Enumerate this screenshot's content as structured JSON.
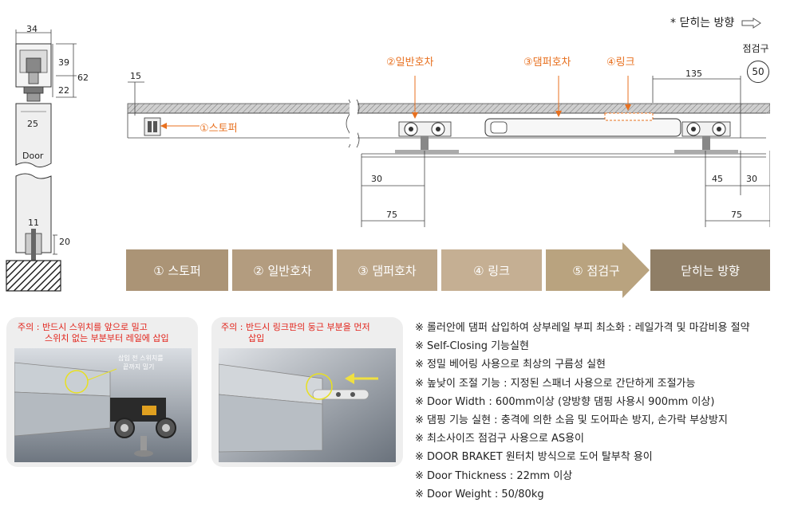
{
  "header": {
    "closing_direction_label": "* 닫히는 방향",
    "inspection_label": "점검구",
    "inspection_value": "50"
  },
  "diagram": {
    "parts": {
      "stopper": "①스토퍼",
      "normal_roller": "②일반호차",
      "damper_roller": "③댐퍼호차",
      "link": "④링크"
    },
    "section": {
      "width_top": "34",
      "height_39": "39",
      "height_22": "22",
      "height_62": "62",
      "width_25": "25",
      "door_label": "Door",
      "width_11": "11",
      "height_20": "20"
    },
    "dims": {
      "d15": "15",
      "d135": "135",
      "d30_left": "30",
      "d75_left": "75",
      "d45": "45",
      "d30_right": "30",
      "d75_right": "75"
    }
  },
  "steps": [
    {
      "label": "① 스토퍼"
    },
    {
      "label": "② 일반호차"
    },
    {
      "label": "③ 댐퍼호차"
    },
    {
      "label": "④ 링크"
    },
    {
      "label": "⑤ 점검구"
    },
    {
      "label": "닫히는 방향"
    }
  ],
  "notes": [
    {
      "warning_line1": "주의 : 반드시 스위치를 앞으로 밀고",
      "warning_line2": "스위치 없는 부분부터 레일에 삽입",
      "callout_line1": "삽입 전 스위치를",
      "callout_line2": "끝까지 밀기"
    },
    {
      "warning_line1": "주의 : 반드시 링크판의 둥근 부분을 먼저",
      "warning_line2": "삽입"
    }
  ],
  "specs": [
    "※ 롤러안에 댐퍼 삽입하여 상부레일 부피 최소화 : 레일가격 및 마감비용 절약",
    "※ Self-Closing 기능실현",
    "※ 정밀 베어링 사용으로 최상의 구름성 실현",
    "※ 높낮이 조절 기능 : 지정된 스패너 사용으로 간단하게 조절가능",
    "※ Door Width : 600mm이상 (양방향 댐핑 사용시 900mm 이상)",
    "※ 댐핑 기능 실현 : 충격에 의한 소음 및 도어파손 방지, 손가락 부상방지",
    "※ 최소사이즈 점검구 사용으로 AS용이",
    "※ DOOR BRAKET 원터치 방식으로 도어 탈부착 용이",
    "※ Door Thickness : 22mm 이상",
    "※ Door Weight : 50/80kg"
  ],
  "colors": {
    "step1": "#ab9476",
    "step2": "#b39c7f",
    "step3": "#bca689",
    "step4": "#c5af93",
    "step5": "#b9a37f",
    "final": "#8f7e66",
    "accent": "#e8701f",
    "warning": "#e2231a"
  }
}
